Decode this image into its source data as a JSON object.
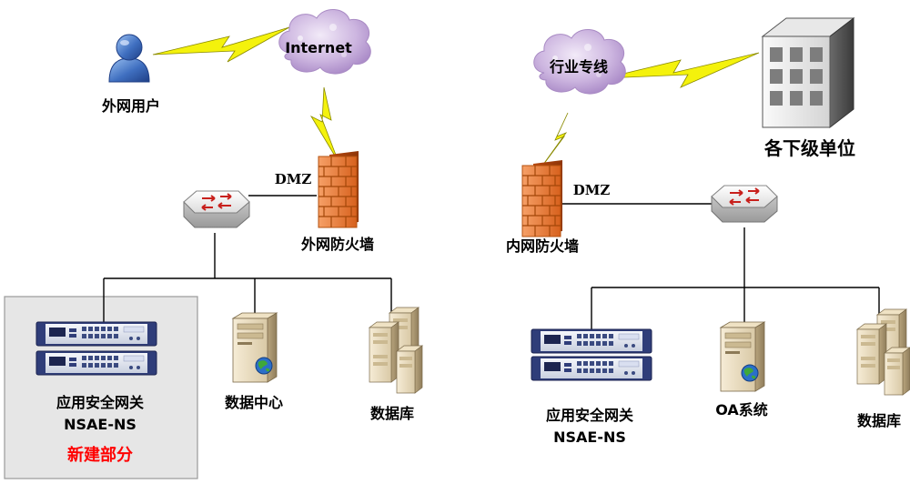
{
  "left_network": {
    "external_user_label": "外网用户",
    "internet_label": "Internet",
    "dmz_label": "DMZ",
    "firewall_label": "外网防火墙",
    "gateway_label_line1": "应用安全网关",
    "gateway_label_line2": "NSAE-NS",
    "new_section_label": "新建部分",
    "datacenter_label": "数据中心",
    "database_label": "数据库"
  },
  "right_network": {
    "dedicated_line_label": "行业专线",
    "subordinate_units_label": "各下级单位",
    "dmz_label": "DMZ",
    "firewall_label": "内网防火墙",
    "gateway_label_line1": "应用安全网关",
    "gateway_label_line2": "NSAE-NS",
    "oa_label": "OA系统",
    "database_label": "数据库"
  },
  "colors": {
    "new_section_text": "#ff0000",
    "highlight_box_fill": "#e6e6e6",
    "lightning": "#f2f20a",
    "cloud": "#c9b3dc",
    "firewall": "#e8742a",
    "user_icon": "#4a79c0"
  }
}
